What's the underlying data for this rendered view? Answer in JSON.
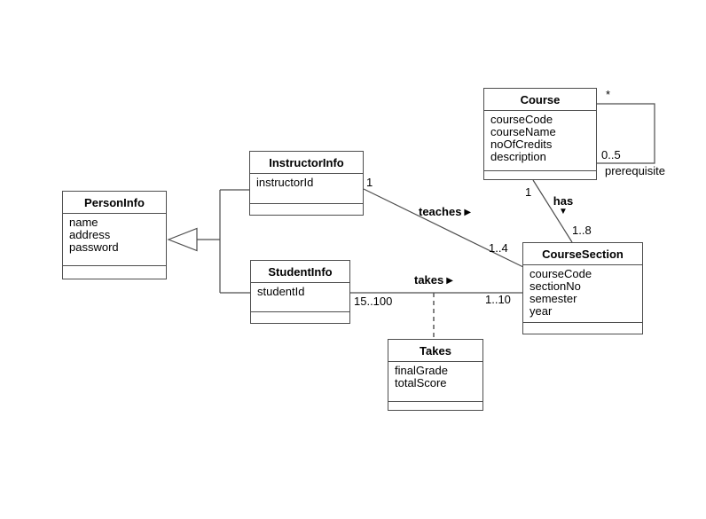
{
  "colors": {
    "line": "#4d4d4d",
    "text": "#000000",
    "background": "#ffffff",
    "box_fill": "#ffffff"
  },
  "classes": {
    "person": {
      "name": "PersonInfo",
      "attributes": [
        "name",
        "address",
        "password"
      ]
    },
    "instructor": {
      "name": "InstructorInfo",
      "attributes": [
        "instructorId"
      ]
    },
    "student": {
      "name": "StudentInfo",
      "attributes": [
        "studentId"
      ]
    },
    "course": {
      "name": "Course",
      "attributes": [
        "courseCode",
        "courseName",
        "noOfCredits",
        "description"
      ]
    },
    "course_section": {
      "name": "CourseSection",
      "attributes": [
        "courseCode",
        "sectionNo",
        "semester",
        "year"
      ]
    },
    "takes_class": {
      "name": "Takes",
      "attributes": [
        "finalGrade",
        "totalScore"
      ]
    }
  },
  "associations": {
    "teaches": {
      "name": "teaches",
      "direction_icon": "▶",
      "instructor_end_multiplicity": "1",
      "section_end_multiplicity": "1..4"
    },
    "takes": {
      "name": "takes",
      "direction_icon": "▶",
      "student_end_multiplicity": "15..100",
      "section_end_multiplicity": "1..10"
    },
    "has": {
      "name": "has",
      "direction_icon": "▼",
      "course_end_multiplicity": "1",
      "section_end_multiplicity": "1..8"
    },
    "prerequisite": {
      "name": "prerequisite",
      "source_end_multiplicity": "*",
      "target_end_multiplicity": "0..5"
    }
  }
}
